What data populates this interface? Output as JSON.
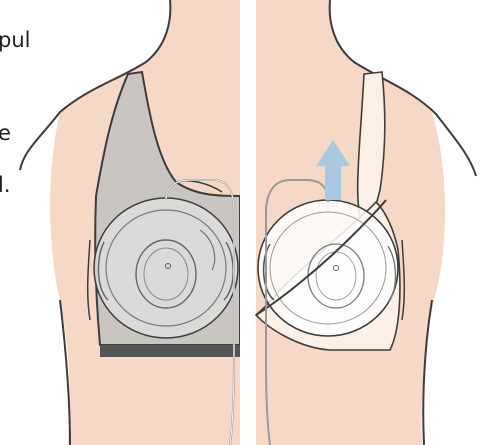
{
  "text_fragments": [
    "pul",
    "e",
    "l."
  ],
  "colors": {
    "skin": "#f6d8c7",
    "outline": "#3d3d3d",
    "bra_gray": "#c9c6c2",
    "bra_band": "#555555",
    "cup_fill": "#dcdcdc",
    "cup_white": "#ffffff",
    "bra_light": "#fbefe6",
    "arrow": "#a8c9df",
    "divider": "#ffffff"
  },
  "icons": [
    "breast-pump-cup-icon",
    "up-arrow-icon"
  ]
}
